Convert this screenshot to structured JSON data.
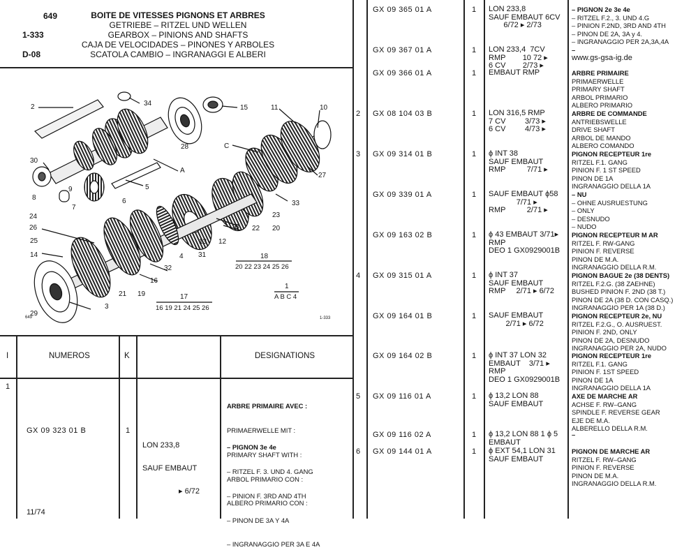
{
  "header": {
    "codes": [
      "649",
      "1-333",
      "D-08"
    ],
    "titles": [
      "BOITE DE VITESSES PIGNONS ET ARBRES",
      "GETRIEBE – RITZEL UND WELLEN",
      "GEARBOX – PINIONS AND SHAFTS",
      "CAJA DE VELOCIDADES – PINONES Y ARBOLES",
      "SCATOLA CAMBIO – INGRANAGGI E ALBERI"
    ]
  },
  "diagram": {
    "callouts": [
      "2",
      "34",
      "15",
      "11",
      "10",
      "28",
      "C",
      "9",
      "27",
      "30",
      "8",
      "A",
      "5",
      "7",
      "6",
      "23",
      "33",
      "26",
      "24",
      "22",
      "20",
      "25",
      "B",
      "14",
      "13",
      "12",
      "31",
      "4",
      "32",
      "16",
      "21",
      "19",
      "3",
      "29",
      "18",
      "17",
      "1"
    ],
    "groups": [
      "20 22 23 24 25 26",
      "16 19 21 24 25 26",
      "A B C 4"
    ],
    "ref": "1-333",
    "corner": "649"
  },
  "left_table": {
    "headers": [
      "I",
      "NUMEROS",
      "K",
      "DESIGNATIONS"
    ],
    "row": {
      "rep": "1",
      "number": "GX 09 323 01 B",
      "qty": "1",
      "spec": [
        "LON 233,8",
        "SAUF EMBAUT",
        "▸ 6/72"
      ],
      "avec": [
        "ARBRE PRIMAIRE AVEC :",
        "PRIMAERWELLE MIT :",
        "PRIMARY SHAFT WITH :",
        "ARBOL PRIMARIO CON :",
        "ALBERO PRIMARIO CON :"
      ],
      "desig": [
        "– PIGNON 3e 4e",
        "– RITZEL F. 3. UND 4. GANG",
        "– PINION F. 3RD AND 4TH",
        "– PINON DE 3A Y 4A",
        "– INGRANAGGIO PER 3A E 4A"
      ]
    }
  },
  "footer": "11/74",
  "right_table": {
    "rows": [
      {
        "rep": "",
        "number": "GX 09 365 01 A",
        "qty": "1",
        "spec": "LON 233,8\nSAUF EMBAUT 6CV\n       6/72 ▸ 2/73",
        "desig": [
          "– PIGNON 2e 3e 4e",
          "– RITZEL F.2., 3. UND 4.G",
          "– PINION F.2ND, 3RD AND 4TH",
          "– PINON DE 2A, 3A y 4.",
          "– INGRANAGGIO PER 2A,3A,4A"
        ]
      },
      {
        "rep": "",
        "number": "GX 09 367 01 A",
        "qty": "1",
        "spec": "LON 233,4  7CV\nRMP        10 72 ▸\n6 CV        2/73 ▸",
        "desig": [
          "–",
          "",
          "www.gs-gsa-ig.de"
        ]
      },
      {
        "rep": "",
        "number": "GX 09 366 01 A",
        "qty": "1",
        "spec": "EMBAUT RMP",
        "desig": [
          "ARBRE PRIMAIRE",
          "PRIMAERWELLE",
          "PRIMARY SHAFT",
          "ARBOL PRIMARIO",
          "ALBERO PRIMARIO"
        ]
      },
      {
        "rep": "2",
        "number": "GX 08 104 03 B",
        "qty": "1",
        "spec": "LON 316,5 RMP\n7 CV         3/73 ▸\n6 CV         4/73 ▸",
        "desig": [
          "ARBRE DE COMMANDE",
          "ANTRIEBSWELLE",
          "DRIVE SHAFT",
          "ARBOL DE MANDO",
          "ALBERO COMANDO"
        ]
      },
      {
        "rep": "3",
        "number": "GX 09 314 01 B",
        "qty": "1",
        "spec": "ϕ INT 38\nSAUF EMBAUT\nRMP          7/71 ▸",
        "desig": [
          "PIGNON RECEPTEUR 1re",
          "RITZEL F.1. GANG",
          "PINION F. 1 ST SPEED",
          "PINON DE 1A",
          "INGRANAGGIO DELLA 1A"
        ]
      },
      {
        "rep": "",
        "number": "GX 09 339 01 A",
        "qty": "1",
        "spec": "SAUF EMBAUT ϕ58\n             7/71 ▸\nRMP          2/71 ▸",
        "desig": [
          "– NU",
          "– OHNE AUSRUESTUNG",
          "– ONLY",
          "– DESNUDO",
          "– NUDO"
        ]
      },
      {
        "rep": "",
        "number": "GX 09 163 02 B",
        "qty": "1",
        "spec": "ϕ 43 EMBAUT 3/71▸\nRMP\nDEO 1 GX0929001B",
        "desig": [
          "PIGNON RECEPTEUR M AR",
          "RITZEL F. RW-GANG",
          "PINION F. REVERSE",
          "PINON DE M.A.",
          "INGRANAGGIO DELLA R.M."
        ]
      },
      {
        "rep": "4",
        "number": "GX 09 315 01 A",
        "qty": "1",
        "spec": "ϕ INT 37\nSAUF EMBAUT\nRMP     2/71 ▸ 6/72",
        "desig": [
          "PIGNON BAGUE 2e (38 DENTS)",
          "RITZEL F.2.G. (38 ZAEHNE)",
          "BUSHED PINION F. 2ND (38 T.)",
          "PINON DE 2A (38 D. CON CASQ.)",
          "INGRANAGGIO PER 1A (38 D.)"
        ]
      },
      {
        "rep": "",
        "number": "GX 09 164 01 B",
        "qty": "1",
        "spec": "SAUF EMBAUT\n        2/71 ▸ 6/72",
        "desig": [
          "PIGNON RECEPTEUR 2e, NU",
          "RITZEL F.2.G., O. AUSRUEST.",
          "PINION F. 2ND, ONLY",
          "PINON DE 2A, DESNUDO",
          "INGRANAGGIO PER 2A, NUDO"
        ]
      },
      {
        "rep": "",
        "number": "GX 09 164 02 B",
        "qty": "1",
        "spec": "ϕ INT 37 LON 32\nEMBAUT    3/71 ▸\nRMP\nDEO 1 GX0929001B",
        "desig": [
          "PIGNON RECEPTEUR 1re",
          "RITZEL F.1. GANG",
          "PINION F. 1ST SPEED",
          "PINON DE 1A",
          "INGRANAGGIO DELLA 1A"
        ]
      },
      {
        "rep": "5",
        "number": "GX 09 116 01 A",
        "qty": "1",
        "spec": "ϕ 13,2 LON 88\nSAUF EMBAUT",
        "desig": [
          "AXE DE MARCHE AR",
          "ACHSE F. RW–GANG",
          "SPINDLE F. REVERSE GEAR",
          "EJE DE M.A.",
          "ALBERELLO DELLA R.M."
        ]
      },
      {
        "rep": "",
        "number": "GX 09 116 02 A",
        "qty": "1",
        "spec": "ϕ 13,2 LON 88 1 ϕ 5\nEMBAUT",
        "desig": [
          "–"
        ]
      },
      {
        "rep": "6",
        "number": "GX 09 144 01 A",
        "qty": "1",
        "spec": "ϕ EXT 54,1 LON 31\nSAUF EMBAUT",
        "desig": [
          "PIGNON DE MARCHE AR",
          "RITZEL F. RW–GANG",
          "PINION F. REVERSE",
          "PINON DE M.A.",
          "INGRANAGGIO DELLA R.M."
        ]
      }
    ]
  }
}
